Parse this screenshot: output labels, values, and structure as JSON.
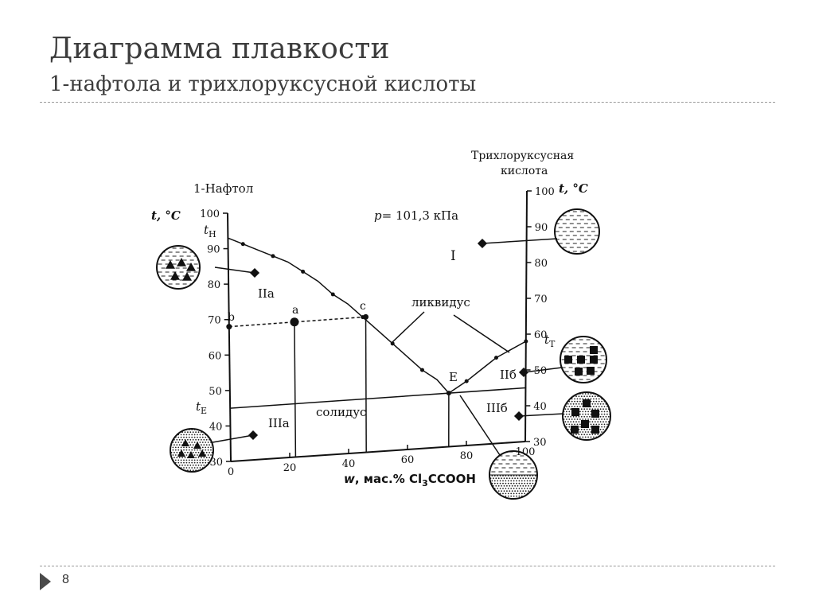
{
  "slide": {
    "title": "Диаграмма плавкости",
    "subtitle": "1-нафтола и трихлоруксусной кислоты",
    "number": "8"
  },
  "labels": {
    "left_component": "1-Нафтол",
    "right_component_line1": "Трихлоруксусная",
    "right_component_line2": "кислота",
    "t_axis": "t, °C",
    "pressure_p": "p",
    "pressure_value": "= 101,3 кПа",
    "liquidus": "ликвидус",
    "solidus": "солидус",
    "tN_main": "t",
    "tN_sub": "Н",
    "tT_main": "t",
    "tT_sub": "Т",
    "tE_main": "t",
    "tE_sub": "E",
    "region_I": "I",
    "region_IIa": "IIа",
    "region_IIb": "IIб",
    "region_IIIa": "IIIа",
    "region_IIIb": "IIIб",
    "point_a": "а",
    "point_b": "b",
    "point_c": "с",
    "point_E": "E",
    "x_axis_w": "w",
    "x_axis_mass": ", мас.% Cl",
    "x_axis_sub": "3",
    "x_axis_formula": "CCOOH"
  },
  "icons": {
    "liquid": "liquid-circle-icon",
    "solid_naphthol": "triangles-circle-icon",
    "solid_acid": "squares-circle-icon"
  },
  "chart_data": {
    "type": "phase-diagram",
    "xlabel": "w, мас.% Cl3CCOOH",
    "ylabel": "t, °C",
    "xlim": [
      0,
      100
    ],
    "ylim": [
      30,
      100
    ],
    "x_ticks": [
      0,
      20,
      40,
      60,
      80,
      100
    ],
    "y_ticks": [
      30,
      40,
      50,
      60,
      70,
      80,
      90,
      100
    ],
    "pressure": "p = 101,3 кПа",
    "melting_point_naphthol": 93,
    "melting_point_acid": 58,
    "eutectic": {
      "x": 74,
      "y": 45
    },
    "liquidus_left": [
      [
        0,
        93
      ],
      [
        5,
        91
      ],
      [
        10,
        89
      ],
      [
        15,
        87
      ],
      [
        20,
        85
      ],
      [
        25,
        82
      ],
      [
        30,
        79
      ],
      [
        35,
        75
      ],
      [
        40,
        72
      ],
      [
        45,
        68
      ],
      [
        50,
        64
      ],
      [
        55,
        60
      ],
      [
        60,
        56
      ],
      [
        65,
        52
      ],
      [
        70,
        49
      ],
      [
        74,
        45
      ]
    ],
    "liquidus_right": [
      [
        74,
        45
      ],
      [
        80,
        48
      ],
      [
        85,
        51
      ],
      [
        90,
        54
      ],
      [
        95,
        56
      ],
      [
        100,
        58
      ]
    ],
    "solidus_temperature": 45,
    "tie_line": {
      "t": 68,
      "x_b": 0,
      "x_a": 22,
      "x_c": 46
    },
    "regions": [
      "I",
      "IIа",
      "IIб",
      "IIIа",
      "IIIб"
    ]
  }
}
